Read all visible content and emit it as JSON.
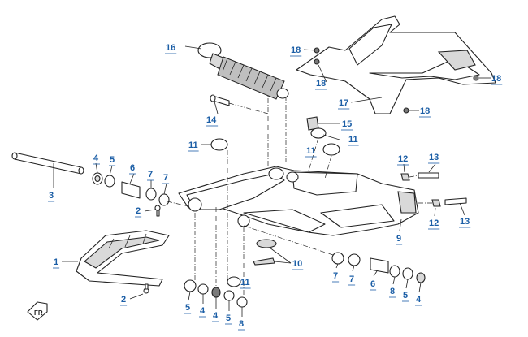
{
  "callouts": [
    {
      "id": "c16",
      "text": "16"
    },
    {
      "id": "c18a",
      "text": "18"
    },
    {
      "id": "c18b",
      "text": "18"
    },
    {
      "id": "c18c",
      "text": "18"
    },
    {
      "id": "c18d",
      "text": "18"
    },
    {
      "id": "c17",
      "text": "17"
    },
    {
      "id": "c14",
      "text": "14"
    },
    {
      "id": "c15",
      "text": "15"
    },
    {
      "id": "c11a",
      "text": "11"
    },
    {
      "id": "c11b",
      "text": "11"
    },
    {
      "id": "c11c",
      "text": "11"
    },
    {
      "id": "c11d",
      "text": "11"
    },
    {
      "id": "c4a",
      "text": "4"
    },
    {
      "id": "c5a",
      "text": "5"
    },
    {
      "id": "c6a",
      "text": "6"
    },
    {
      "id": "c7a",
      "text": "7"
    },
    {
      "id": "c7b",
      "text": "7"
    },
    {
      "id": "c3",
      "text": "3"
    },
    {
      "id": "c2a",
      "text": "2"
    },
    {
      "id": "c1",
      "text": "1"
    },
    {
      "id": "c2b",
      "text": "2"
    },
    {
      "id": "c12a",
      "text": "12"
    },
    {
      "id": "c13a",
      "text": "13"
    },
    {
      "id": "c12b",
      "text": "12"
    },
    {
      "id": "c13b",
      "text": "13"
    },
    {
      "id": "c9",
      "text": "9"
    },
    {
      "id": "c10",
      "text": "10"
    },
    {
      "id": "c7c",
      "text": "7"
    },
    {
      "id": "c7d",
      "text": "7"
    },
    {
      "id": "c6b",
      "text": "6"
    },
    {
      "id": "c8a",
      "text": "8"
    },
    {
      "id": "c5b",
      "text": "5"
    },
    {
      "id": "c4b",
      "text": "4"
    },
    {
      "id": "c5c",
      "text": "5"
    },
    {
      "id": "c4c",
      "text": "4"
    },
    {
      "id": "c4d",
      "text": "4"
    },
    {
      "id": "c5d",
      "text": "5"
    },
    {
      "id": "c8b",
      "text": "8"
    }
  ],
  "direction_marker": {
    "icon": "front-arrow-icon",
    "text": "FR"
  },
  "colors": {
    "callout": "#1b5ea6",
    "line": "#222222"
  }
}
